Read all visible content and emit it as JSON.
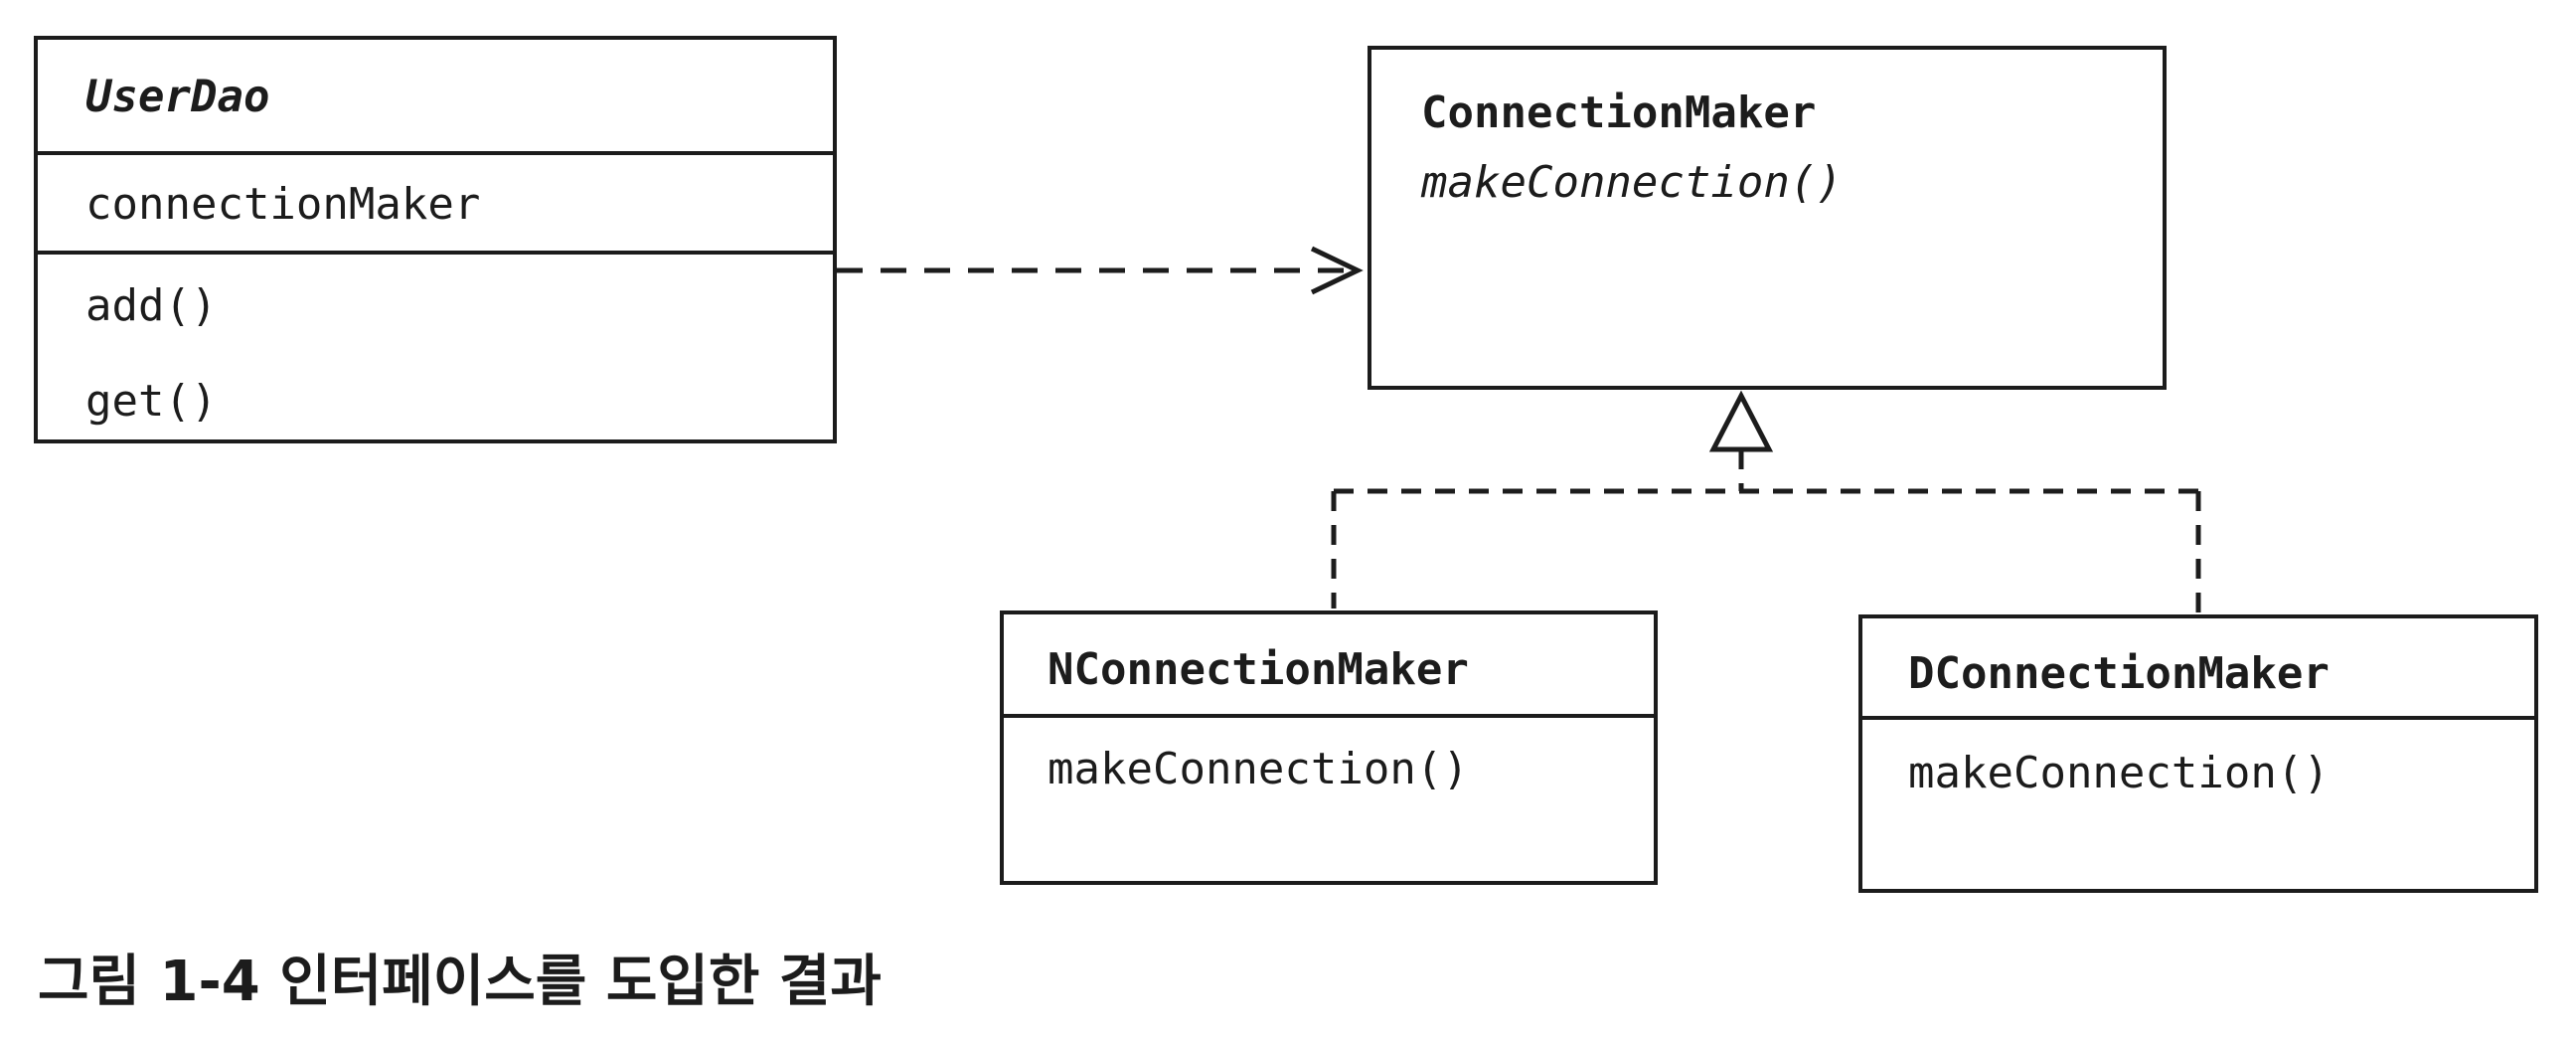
{
  "diagram": {
    "classes": {
      "user_dao": {
        "name": "UserDao",
        "fields": [
          "connectionMaker"
        ],
        "methods": [
          "add()",
          "get()"
        ]
      },
      "connection_maker": {
        "name": "ConnectionMaker",
        "methods": [
          "makeConnection()"
        ]
      },
      "n_connection_maker": {
        "name": "NConnectionMaker",
        "methods": [
          "makeConnection()"
        ]
      },
      "d_connection_maker": {
        "name": "DConnectionMaker",
        "methods": [
          "makeConnection()"
        ]
      }
    },
    "relations": [
      {
        "type": "dependency",
        "from": "UserDao",
        "to": "ConnectionMaker"
      },
      {
        "type": "realization",
        "from": "NConnectionMaker",
        "to": "ConnectionMaker"
      },
      {
        "type": "realization",
        "from": "DConnectionMaker",
        "to": "ConnectionMaker"
      }
    ]
  },
  "caption": "그림 1-4 인터페이스를 도입한 결과"
}
